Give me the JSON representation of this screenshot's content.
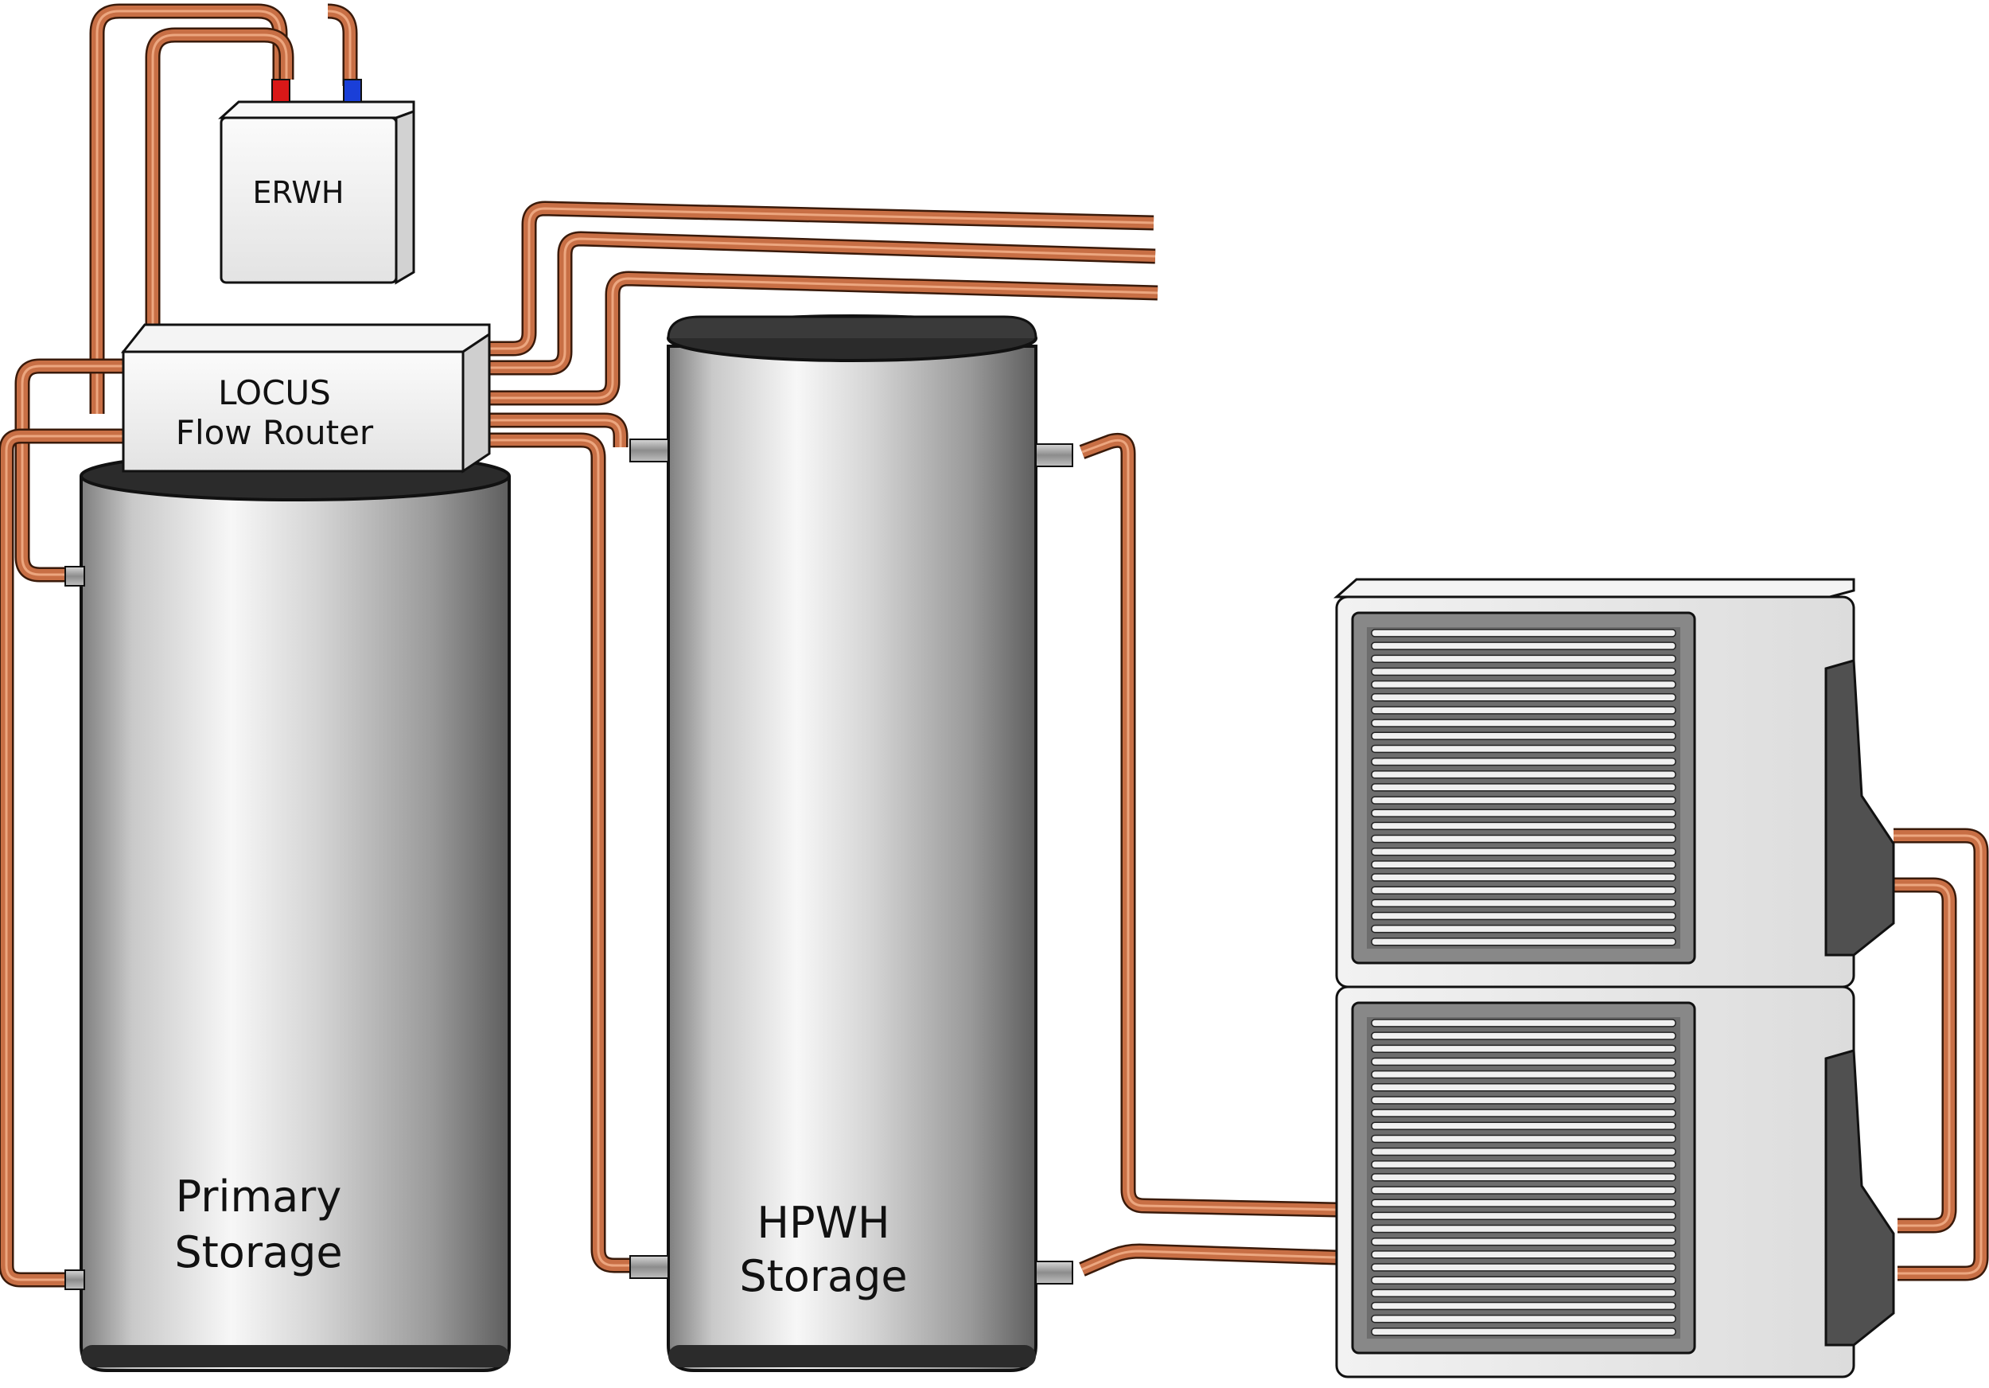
{
  "labels": {
    "erwh": "ERWH",
    "locus_line1": "LOCUS",
    "locus_line2": "Flow Router",
    "primary_line1": "Primary",
    "primary_line2": "Storage",
    "hpwh_line1": "HPWH",
    "hpwh_line2": "Storage"
  },
  "colors": {
    "copper": "#c86f45",
    "hot_cap": "#d81818",
    "cold_cap": "#1a3fd8",
    "tank_cap": "#2b2b2b"
  }
}
